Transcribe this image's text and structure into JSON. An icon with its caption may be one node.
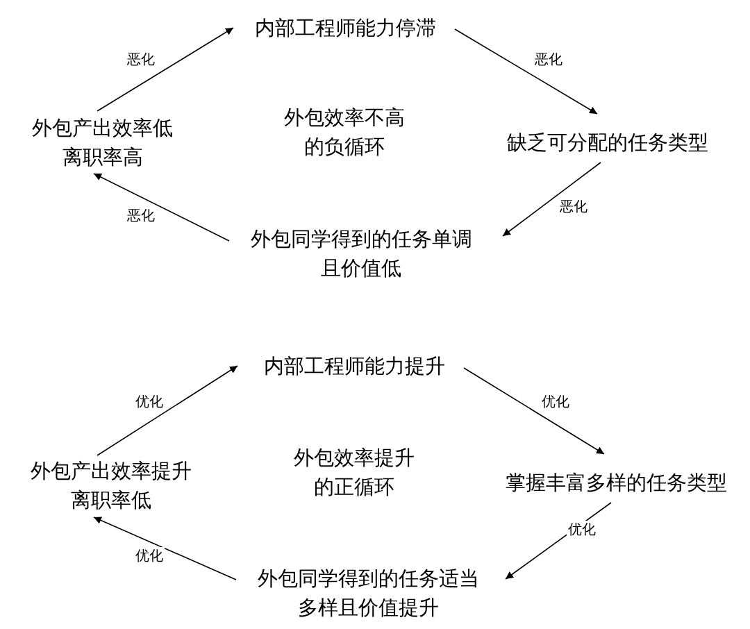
{
  "diagram": {
    "nodes": [
      {
        "text": [
          "内部工程师能力停滞"
        ]
      },
      {
        "text": [
          "缺乏可分配的任务类型"
        ]
      },
      {
        "text": [
          "外包同学得到的任务单调且价值低"
        ]
      },
      {
        "text": [
          "外包产出效率低离职率高"
        ]
      },
      {
        "text": [
          "内部工程师能力提升"
        ]
      },
      {
        "text": [
          "掌握丰富多样的任务类型"
        ]
      },
      {
        "text": [
          "外包同学得到的任务适当多样且价值提升"
        ]
      },
      {
        "text": [
          "外包产出效率提升离职率低"
        ]
      }
    ],
    "edges": [
      {
        "from": 3,
        "to": 0,
        "arrow": "to",
        "label": "恶化"
      },
      {
        "from": 0,
        "to": 1,
        "arrow": "to",
        "label": "恶化"
      },
      {
        "from": 1,
        "to": 2,
        "arrow": "to",
        "label": "恶化"
      },
      {
        "from": 2,
        "to": 3,
        "arrow": "to",
        "label": "恶化"
      },
      {
        "from": 7,
        "to": 4,
        "arrow": "to",
        "label": "优化"
      },
      {
        "from": 4,
        "to": 5,
        "arrow": "to",
        "label": "优化"
      },
      {
        "from": 5,
        "to": 6,
        "arrow": "to",
        "label": "优化"
      },
      {
        "from": 6,
        "to": 7,
        "arrow": "to",
        "label": "优化"
      }
    ],
    "labels": [
      "外包效率不高的负循环",
      "外包效率提升的正循环"
    ]
  }
}
